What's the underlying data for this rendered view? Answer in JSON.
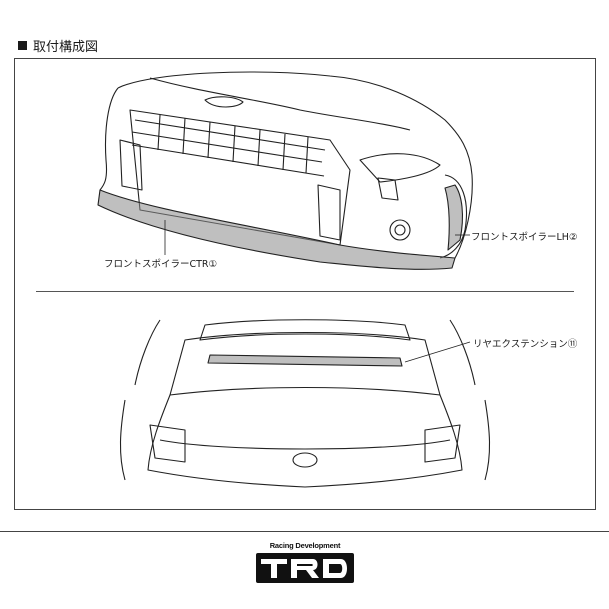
{
  "heading": {
    "title": "取付構成図"
  },
  "callouts": {
    "front_spoiler_ctr": "フロントスポイラーCTR①",
    "front_spoiler_lh": "フロントスポイラーLH②",
    "rear_extension": "リヤエクステンション⑪"
  },
  "logo": {
    "tagline": "Racing Development",
    "mark": "TRD"
  }
}
